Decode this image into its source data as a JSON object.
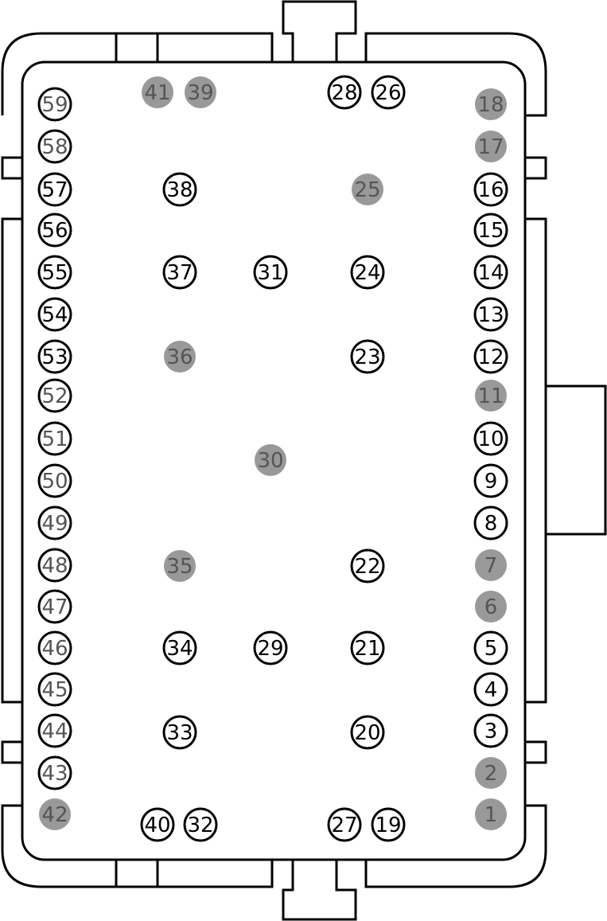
{
  "colors": {
    "background": "#ffffff",
    "outline": "#000000",
    "pin_filled": "#999999",
    "pin_open_fill": "#ffffff",
    "text_dark": "#000000",
    "text_muted": "#555555"
  },
  "pins": [
    {
      "label": "1",
      "filled": true
    },
    {
      "label": "2",
      "filled": true
    },
    {
      "label": "3",
      "filled": false
    },
    {
      "label": "4",
      "filled": false
    },
    {
      "label": "5",
      "filled": false
    },
    {
      "label": "6",
      "filled": true
    },
    {
      "label": "7",
      "filled": true
    },
    {
      "label": "8",
      "filled": false
    },
    {
      "label": "9",
      "filled": false
    },
    {
      "label": "10",
      "filled": false
    },
    {
      "label": "11",
      "filled": true
    },
    {
      "label": "12",
      "filled": false
    },
    {
      "label": "13",
      "filled": false
    },
    {
      "label": "14",
      "filled": false
    },
    {
      "label": "15",
      "filled": false
    },
    {
      "label": "16",
      "filled": false
    },
    {
      "label": "17",
      "filled": true
    },
    {
      "label": "18",
      "filled": true
    },
    {
      "label": "19",
      "filled": false
    },
    {
      "label": "20",
      "filled": false
    },
    {
      "label": "21",
      "filled": false
    },
    {
      "label": "22",
      "filled": false
    },
    {
      "label": "23",
      "filled": false
    },
    {
      "label": "24",
      "filled": false
    },
    {
      "label": "25",
      "filled": true
    },
    {
      "label": "26",
      "filled": false
    },
    {
      "label": "27",
      "filled": false
    },
    {
      "label": "28",
      "filled": false
    },
    {
      "label": "29",
      "filled": false
    },
    {
      "label": "30",
      "filled": true
    },
    {
      "label": "31",
      "filled": false
    },
    {
      "label": "32",
      "filled": false
    },
    {
      "label": "33",
      "filled": false
    },
    {
      "label": "34",
      "filled": false
    },
    {
      "label": "35",
      "filled": true
    },
    {
      "label": "36",
      "filled": true
    },
    {
      "label": "37",
      "filled": false
    },
    {
      "label": "38",
      "filled": false
    },
    {
      "label": "39",
      "filled": true
    },
    {
      "label": "40",
      "filled": false
    },
    {
      "label": "41",
      "filled": true
    },
    {
      "label": "42",
      "filled": true
    },
    {
      "label": "43",
      "filled": false
    },
    {
      "label": "44",
      "filled": false
    },
    {
      "label": "45",
      "filled": false
    },
    {
      "label": "46",
      "filled": false
    },
    {
      "label": "47",
      "filled": false
    },
    {
      "label": "48",
      "filled": false
    },
    {
      "label": "49",
      "filled": false
    },
    {
      "label": "50",
      "filled": false
    },
    {
      "label": "51",
      "filled": false
    },
    {
      "label": "52",
      "filled": false
    },
    {
      "label": "53",
      "filled": false
    },
    {
      "label": "54",
      "filled": false
    },
    {
      "label": "55",
      "filled": false
    },
    {
      "label": "56",
      "filled": false
    },
    {
      "label": "57",
      "filled": false
    },
    {
      "label": "58",
      "filled": false
    },
    {
      "label": "59",
      "filled": false
    }
  ]
}
